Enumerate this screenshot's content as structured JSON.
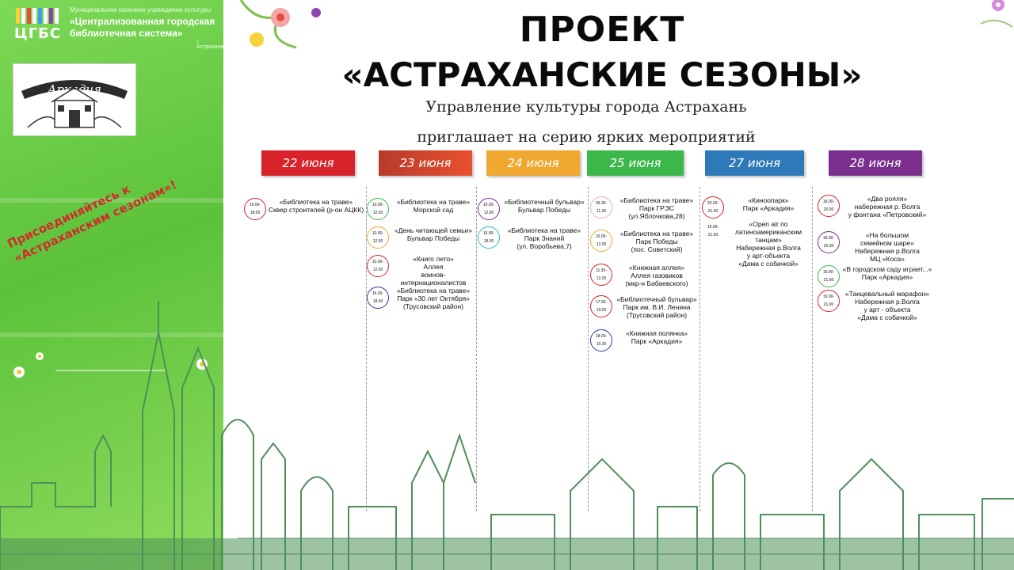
{
  "org": {
    "logo_abbr": "ЦГБС",
    "small_text": "Муниципальное казенное учреждение культуры",
    "name": "«Централизованная городская библиотечная система»",
    "city": "г. Астрахани"
  },
  "logo_arkadia": "Аркадия",
  "slogan": "Присоединяйтесь к «Астраханским сезонам»!",
  "header": {
    "title_line1": "ПРОЕКТ",
    "title_line2": "«АСТРАХАНСКИЕ СЕЗОНЫ»",
    "subtitle_line1": "Управление культуры города Астрахань",
    "subtitle_line2": "приглашает на серию ярких мероприятий"
  },
  "colors": {
    "left_panel": "#6fcf4a",
    "day22": "#d8232a",
    "day23": "#c0392b",
    "day24": "#f0a830",
    "day25": "#3cb84a",
    "day27": "#2e79b8",
    "day28": "#7a2e8e"
  },
  "days": [
    {
      "label": "22 июня",
      "events": [
        {
          "time": "16.00-18.00",
          "lines": [
            "«Библиотека на траве»",
            "Сквер строителей (р-он АЦКК)"
          ],
          "ring": "#d8232a"
        }
      ]
    },
    {
      "label": "23 июня",
      "events": [
        {
          "time": "10.00-12.00",
          "lines": [
            "«Библиотека на траве»",
            "Морской сад"
          ],
          "ring": "#3cb84a"
        },
        {
          "time": "10.00-12.00",
          "lines": [
            "«День читающей семьи»",
            "Бульвар Победы"
          ],
          "ring": "#f0a830"
        },
        {
          "time": "10.00-12.00",
          "lines": [
            "«Книго лето»",
            "Аллея",
            "воинов-интернационалистов"
          ],
          "ring": "#d8232a"
        },
        {
          "time": "16.00-18.00",
          "lines": [
            "«Библиотека на траве»",
            "Парк «30 лет Октября»",
            "(Трусовский район)"
          ],
          "ring": "#2a3d9c"
        }
      ]
    },
    {
      "label": "24 июня",
      "events": [
        {
          "time": "10.00-12.00",
          "lines": [
            "«Библиотечный бульвар»",
            "Бульвар Победы"
          ],
          "ring": "#7a2e8e"
        },
        {
          "time": "16.00-18.00",
          "lines": [
            "«Библиотека на траве»",
            "Парк Знаний",
            "(ул. Воробьева,7)"
          ],
          "ring": "#2eb8c9"
        }
      ]
    },
    {
      "label": "25 июня",
      "events": [
        {
          "time": "09.30-11.30",
          "lines": [
            "«Библиотека на траве»",
            "Парк ГРЭС",
            "(ул.Яблочкова,28)"
          ],
          "ring": "#e8b0b0"
        },
        {
          "time": "10.00-12.00",
          "lines": [
            "«Библиотека на траве»",
            "Парк Победы",
            "(пос. Советский)"
          ],
          "ring": "#f0a830"
        },
        {
          "time": "11.30-12.30",
          "lines": [
            "«Книжная аллея»",
            "Аллея газовиков",
            "(мкр-н Бабаевского)"
          ],
          "ring": "#d8232a"
        },
        {
          "time": "17.00-19.00",
          "lines": [
            "«Библиотечный бульвар»",
            "Парк им. В.И. Ленина",
            "(Трусовский район)"
          ],
          "ring": "#d8232a"
        },
        {
          "time": "18.00-19.30",
          "lines": [
            "«Книжная полянка»",
            "Парк «Аркадия»"
          ],
          "ring": "#2a3d9c"
        }
      ]
    },
    {
      "label": "27 июня",
      "events": [
        {
          "time": "20.00-21.00",
          "lines": [
            "«Киноопарк»",
            "Парк «Аркадия»"
          ],
          "ring": "#d8232a"
        },
        {
          "time": "19.00-21.00",
          "lines": [
            "«Open air по",
            "латиноамериканским",
            "танцам»",
            "Набережная р.Волга",
            "у арт-объекта",
            "«Дама с собачкой»"
          ],
          "ring": "#ffffff"
        }
      ]
    },
    {
      "label": "28 июня",
      "events": [
        {
          "time": "18.00-20.00",
          "lines": [
            "«Два рояля»",
            "набережная р. Волга",
            "у фонтана «Петровский»"
          ],
          "ring": "#d8232a"
        },
        {
          "time": "18.00-20.00",
          "lines": [
            "«На большом",
            "семейном шаре»",
            "Набережная р.Волга",
            "МЦ «Коса»"
          ],
          "ring": "#7a2e8e"
        },
        {
          "time": "19.00-21.00",
          "lines": [
            "«В городском саду играет...»",
            "Парк «Аркадия»"
          ],
          "ring": "#3cb84a"
        },
        {
          "time": "19.00-21.00",
          "lines": [
            "«Танцевальный марафон»",
            "Набережная р.Волга",
            "у арт - объекта",
            "«Дама с собачкой»"
          ],
          "ring": "#d8232a"
        }
      ]
    }
  ]
}
